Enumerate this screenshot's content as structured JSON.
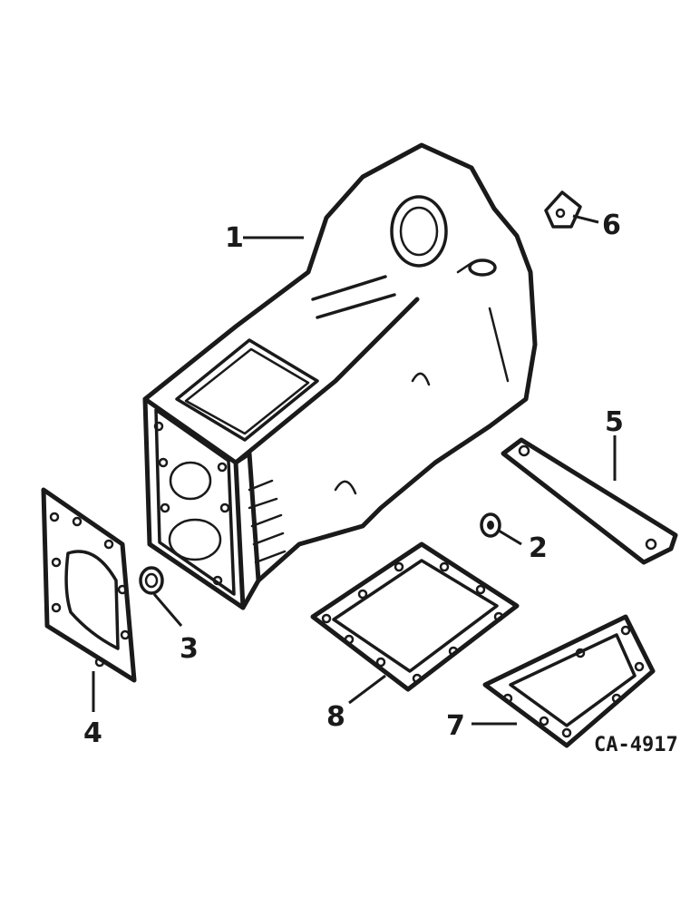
{
  "figure_code": "CA-4917",
  "callouts": {
    "c1": "1",
    "c2": "2",
    "c3": "3",
    "c4": "4",
    "c5": "5",
    "c6": "6",
    "c7": "7",
    "c8": "8"
  }
}
